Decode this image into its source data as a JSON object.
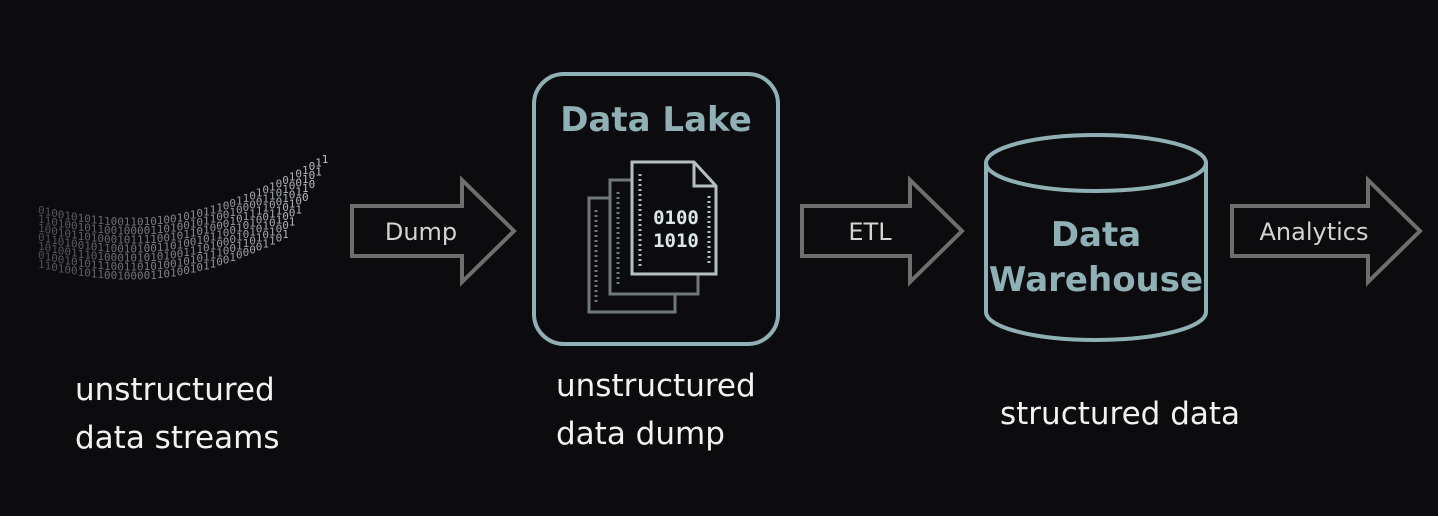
{
  "colors": {
    "background": "#0c0c0e",
    "accent": "#8fb1b6",
    "arrow": "#6e6e6e",
    "text": "#f2f2f2"
  },
  "streams": {
    "icon": "binary-streams-icon",
    "binary_lines": [
      "01001010111001101",
      "11010010110010000",
      "10010110100010111",
      "01101001011001010",
      "10100111010001010"
    ],
    "caption": [
      "unstructured",
      "data streams"
    ]
  },
  "arrows": {
    "dump": "Dump",
    "etl": "ETL",
    "analytics": "Analytics"
  },
  "data_lake": {
    "title": "Data Lake",
    "icon": "documents-stack-icon",
    "bits_line1": "0100",
    "bits_line2": "1010",
    "caption": [
      "unstructured",
      "data dump"
    ]
  },
  "data_warehouse": {
    "title_line1": "Data",
    "title_line2": "Warehouse",
    "icon": "database-cylinder-icon",
    "caption": "structured data"
  }
}
